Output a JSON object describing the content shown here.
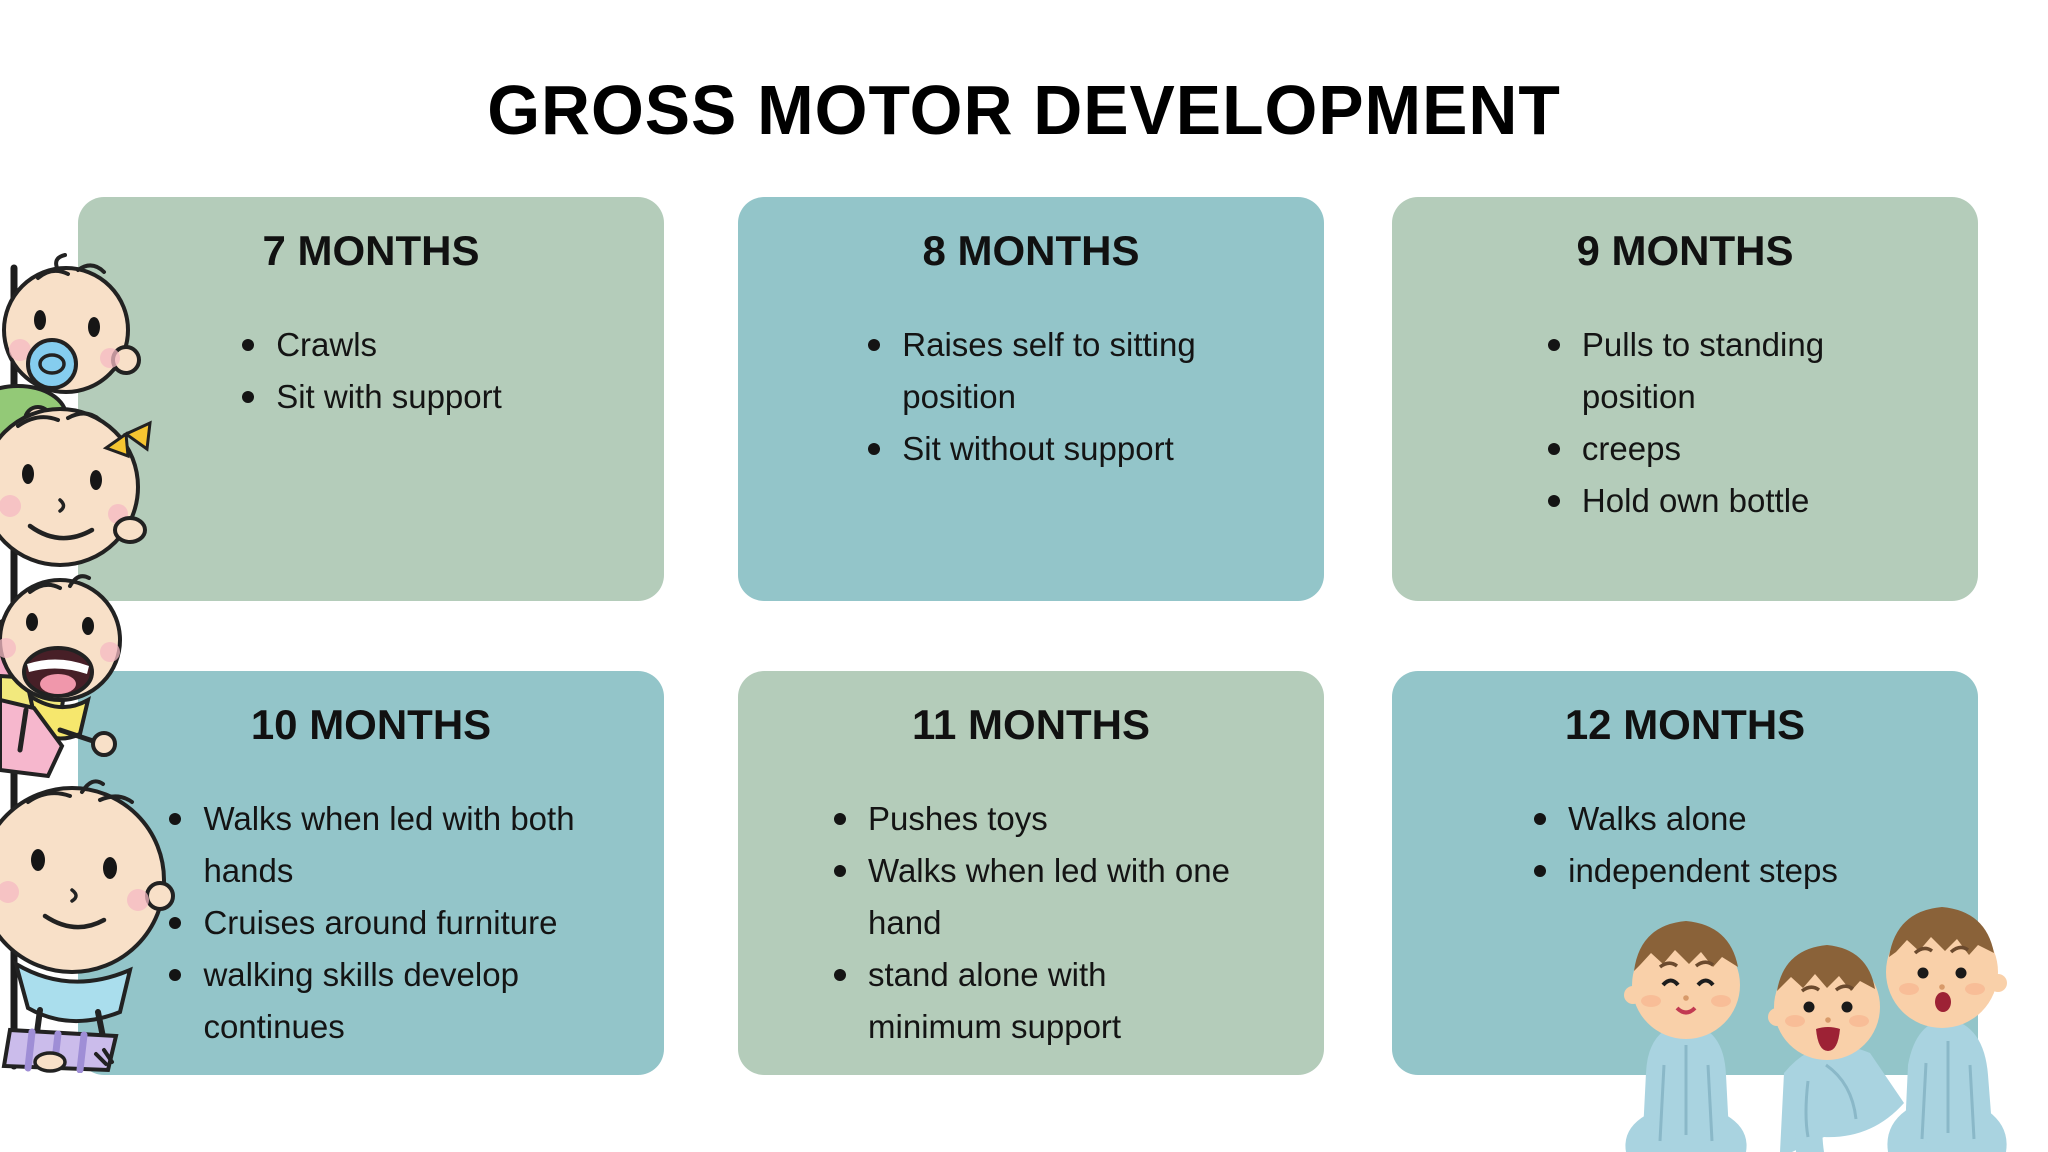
{
  "page": {
    "title": "GROSS MOTOR DEVELOPMENT"
  },
  "colors": {
    "sage": "#b4ccba",
    "teal": "#93c5c9",
    "ink": "#141414",
    "background": "#ffffff"
  },
  "cards": [
    {
      "month": "7 MONTHS",
      "tone": "sage",
      "items": [
        "Crawls",
        "Sit with support"
      ]
    },
    {
      "month": "8 MONTHS",
      "tone": "teal",
      "items": [
        "Raises self to sitting\nposition",
        "Sit without support"
      ]
    },
    {
      "month": "9 MONTHS",
      "tone": "sage",
      "items": [
        "Pulls to standing\nposition",
        "creeps",
        "Hold own bottle"
      ]
    },
    {
      "month": "10 MONTHS",
      "tone": "teal",
      "items": [
        "Walks when led with both\nhands",
        "Cruises around furniture",
        "walking skills develop\ncontinues"
      ]
    },
    {
      "month": "11 MONTHS",
      "tone": "sage",
      "items": [
        "Pushes toys",
        "Walks when led with one\nhand",
        "stand alone with\nminimum support"
      ]
    },
    {
      "month": "12 MONTHS",
      "tone": "teal",
      "items": [
        "Walks alone",
        "independent steps"
      ]
    }
  ],
  "illustrations": {
    "left": "four cartoon babies peeking from left edge",
    "bottom_right": "three babies in blue pajamas"
  }
}
